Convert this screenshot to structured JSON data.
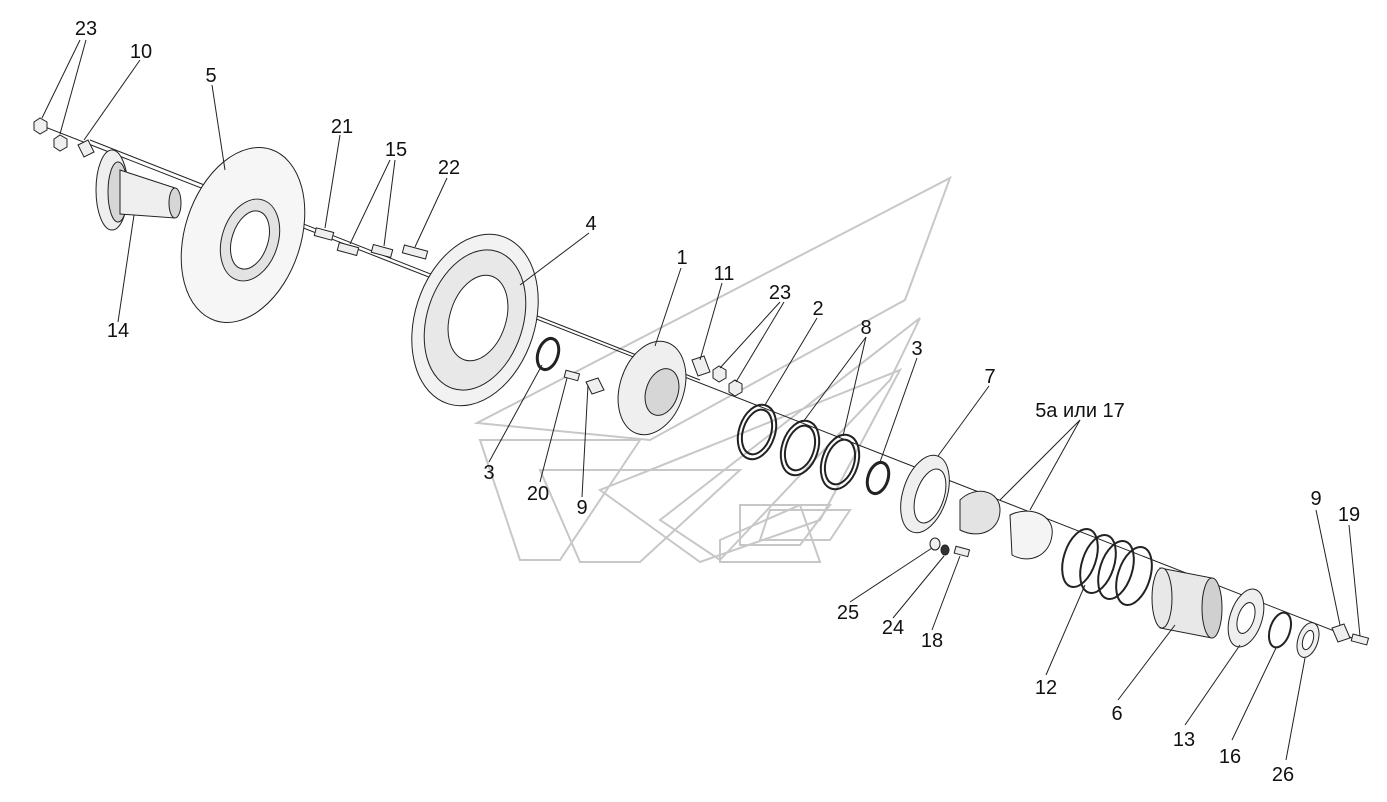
{
  "colors": {
    "line": "#222222",
    "watermark": "#9a9a9a",
    "part_fill": "#efefef",
    "part_shade": "#d6d6d6"
  },
  "callouts": {
    "c23a": "23",
    "c10": "10",
    "c5": "5",
    "c21": "21",
    "c15": "15",
    "c22": "22",
    "c14": "14",
    "c4": "4",
    "c1": "1",
    "c11": "11",
    "c23b": "23",
    "c2": "2",
    "c8": "8",
    "c3a": "3",
    "c3b": "3",
    "c7": "7",
    "c5a17": "5а или 17",
    "c20": "20",
    "c9a": "9",
    "c9b": "9",
    "c19": "19",
    "c25": "25",
    "c24": "24",
    "c18": "18",
    "c12": "12",
    "c6": "6",
    "c13": "13",
    "c16": "16",
    "c26": "26"
  }
}
